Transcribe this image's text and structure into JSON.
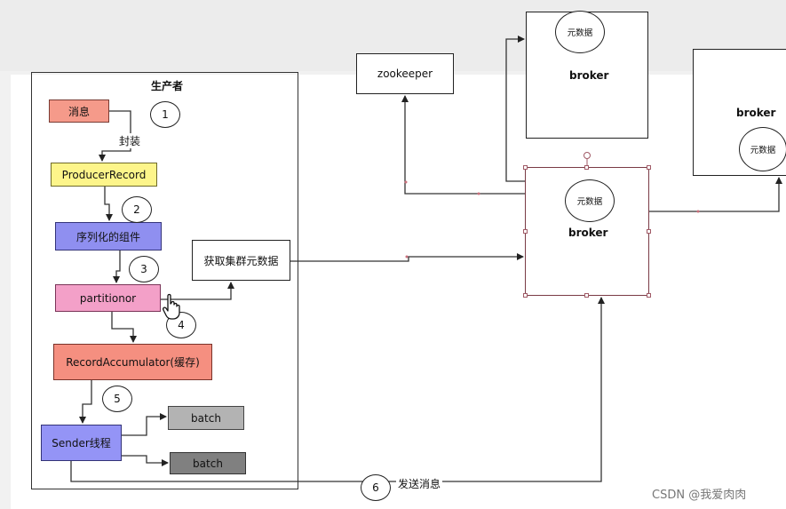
{
  "producer": {
    "title": "生产者",
    "message": "消息",
    "wrap_label": "封装",
    "producer_record": "ProducerRecord",
    "serializer": "序列化的组件",
    "partitioner": "partitionor",
    "accumulator": "RecordAccumulator(缓存)",
    "sender": "Sender线程",
    "batches": [
      "batch",
      "batch"
    ]
  },
  "get_metadata": "获取集群元数据",
  "zookeeper": "zookeeper",
  "brokers": [
    {
      "label": "broker",
      "metadata": "元数据"
    },
    {
      "label": "broker",
      "metadata": "元数据"
    },
    {
      "label": "broker",
      "metadata": "元数据"
    }
  ],
  "steps": [
    "1",
    "2",
    "3",
    "4",
    "5",
    "6"
  ],
  "send_message": "发送消息",
  "watermark": "CSDN @我爱肉肉",
  "colors": {
    "message": "#f59a8a",
    "producer_record": "#fdf58a",
    "serializer": "#8f8ff0",
    "partitioner": "#f3a0c8",
    "accumulator": "#f58f80",
    "sender": "#9494f6",
    "batch_light": "#b3b3b3",
    "batch_dark": "#808080"
  }
}
